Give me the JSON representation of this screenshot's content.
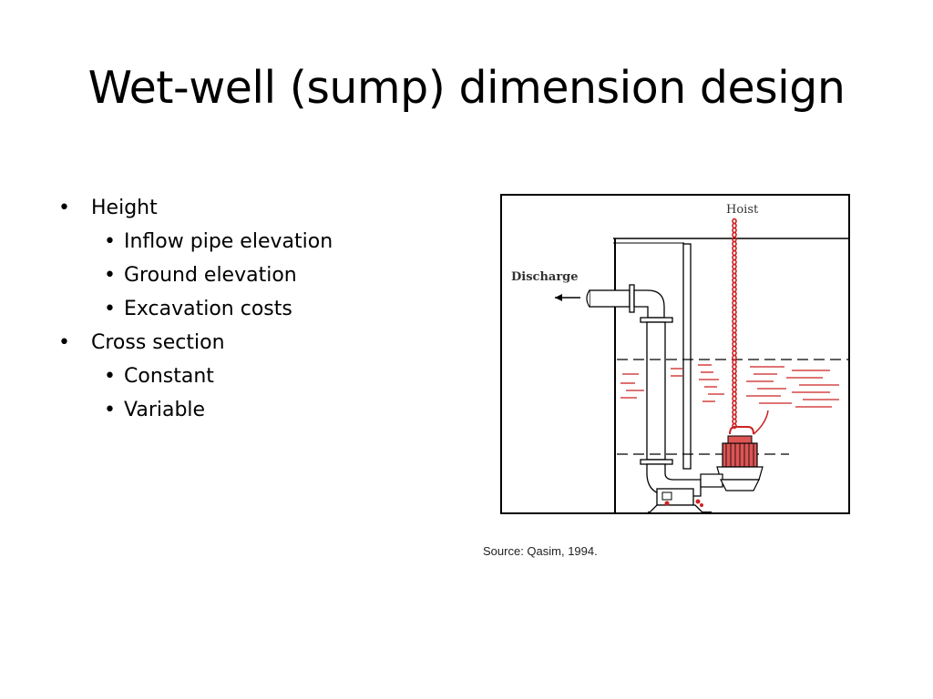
{
  "slide": {
    "title": "Wet-well (sump) dimension design",
    "bullets": [
      {
        "label": "Height",
        "children": [
          {
            "label": "Inflow pipe elevation"
          },
          {
            "label": "Ground elevation"
          },
          {
            "label": "Excavation costs"
          }
        ]
      },
      {
        "label": "Cross section",
        "children": [
          {
            "label": "Constant"
          },
          {
            "label": "Variable"
          }
        ]
      }
    ],
    "bullet_symbol": "•",
    "figure": {
      "hoist_label": "Hoist",
      "discharge_label": "Discharge",
      "accent_color": "#cc2222",
      "line_color": "#000000"
    },
    "source": "Source: Qasim, 1994."
  }
}
